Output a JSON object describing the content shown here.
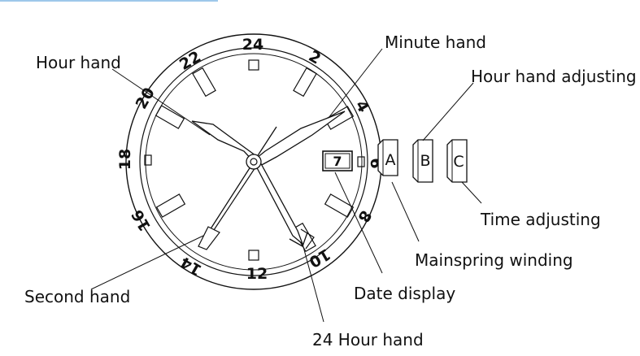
{
  "diagram": {
    "labels": {
      "hour_hand": "Hour hand",
      "minute_hand": "Minute hand",
      "hour_hand_adjusting": "Hour hand adjusting",
      "time_adjusting": "Time adjusting",
      "mainspring_winding": "Mainspring winding",
      "date_display": "Date display",
      "second_hand": "Second hand",
      "hour24_hand": "24 Hour hand"
    },
    "bezel_numbers": [
      "24",
      "2",
      "4",
      "6",
      "8",
      "10",
      "12",
      "14",
      "16",
      "18",
      "20",
      "22"
    ],
    "crown_positions": [
      "A",
      "B",
      "C"
    ],
    "date_value": "7",
    "accent_color": "#9ec8ea"
  }
}
